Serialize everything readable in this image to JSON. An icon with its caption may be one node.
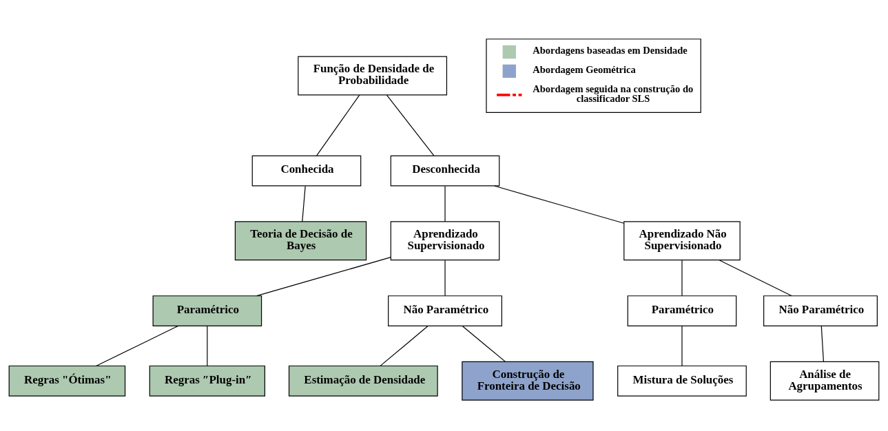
{
  "diagram": {
    "nodes": [
      {
        "text": [
          "Função de Densidade de Probabilidade"
        ]
      },
      {
        "text": [
          "Conhecida"
        ]
      },
      {
        "text": [
          "Desconhecida"
        ]
      },
      {
        "text": [
          "Teoria de Decisão de Bayes"
        ]
      },
      {
        "text": [
          "Aprendizado Supervisionado"
        ]
      },
      {
        "text": [
          "Aprendizado Não Supervisionado"
        ]
      },
      {
        "text": [
          "Paramétrico"
        ]
      },
      {
        "text": [
          "Não Paramétrico"
        ]
      },
      {
        "text": [
          "Paramétrico"
        ]
      },
      {
        "text": [
          "Não Paramétrico"
        ]
      },
      {
        "text": [
          "Regras \"Ótimas\""
        ]
      },
      {
        "text": [
          "Regras ″Plug-in″"
        ]
      },
      {
        "text": [
          "Estimação de Densidade"
        ]
      },
      {
        "text": [
          "Construção de Fronteira de Decisão"
        ]
      },
      {
        "text": [
          "Mistura de Soluções"
        ]
      },
      {
        "text": [
          "Análise de Agrupamentos"
        ]
      }
    ],
    "edges": [
      {
        "from": 0,
        "to": 1,
        "arrow": "none"
      },
      {
        "from": 0,
        "to": 2,
        "arrow": "none"
      },
      {
        "from": 1,
        "to": 3,
        "arrow": "none"
      },
      {
        "from": 2,
        "to": 4,
        "arrow": "none"
      },
      {
        "from": 2,
        "to": 5,
        "arrow": "none"
      },
      {
        "from": 4,
        "to": 6,
        "arrow": "none"
      },
      {
        "from": 4,
        "to": 7,
        "arrow": "none"
      },
      {
        "from": 5,
        "to": 8,
        "arrow": "none"
      },
      {
        "from": 5,
        "to": 9,
        "arrow": "none"
      },
      {
        "from": 6,
        "to": 10,
        "arrow": "none"
      },
      {
        "from": 6,
        "to": 11,
        "arrow": "none"
      },
      {
        "from": 7,
        "to": 12,
        "arrow": "none"
      },
      {
        "from": 7,
        "to": 13,
        "arrow": "none"
      },
      {
        "from": 8,
        "to": 14,
        "arrow": "none"
      },
      {
        "from": 9,
        "to": 15,
        "arrow": "none"
      }
    ],
    "legend": [
      {
        "text": "Abordagens baseadas em Densidade",
        "color": "#adc9b0"
      },
      {
        "text": "Abordagem Geométrica",
        "color": "#8ea3cc"
      },
      {
        "text": "Abordagem seguida na construção do classificador SLS"
      }
    ]
  }
}
